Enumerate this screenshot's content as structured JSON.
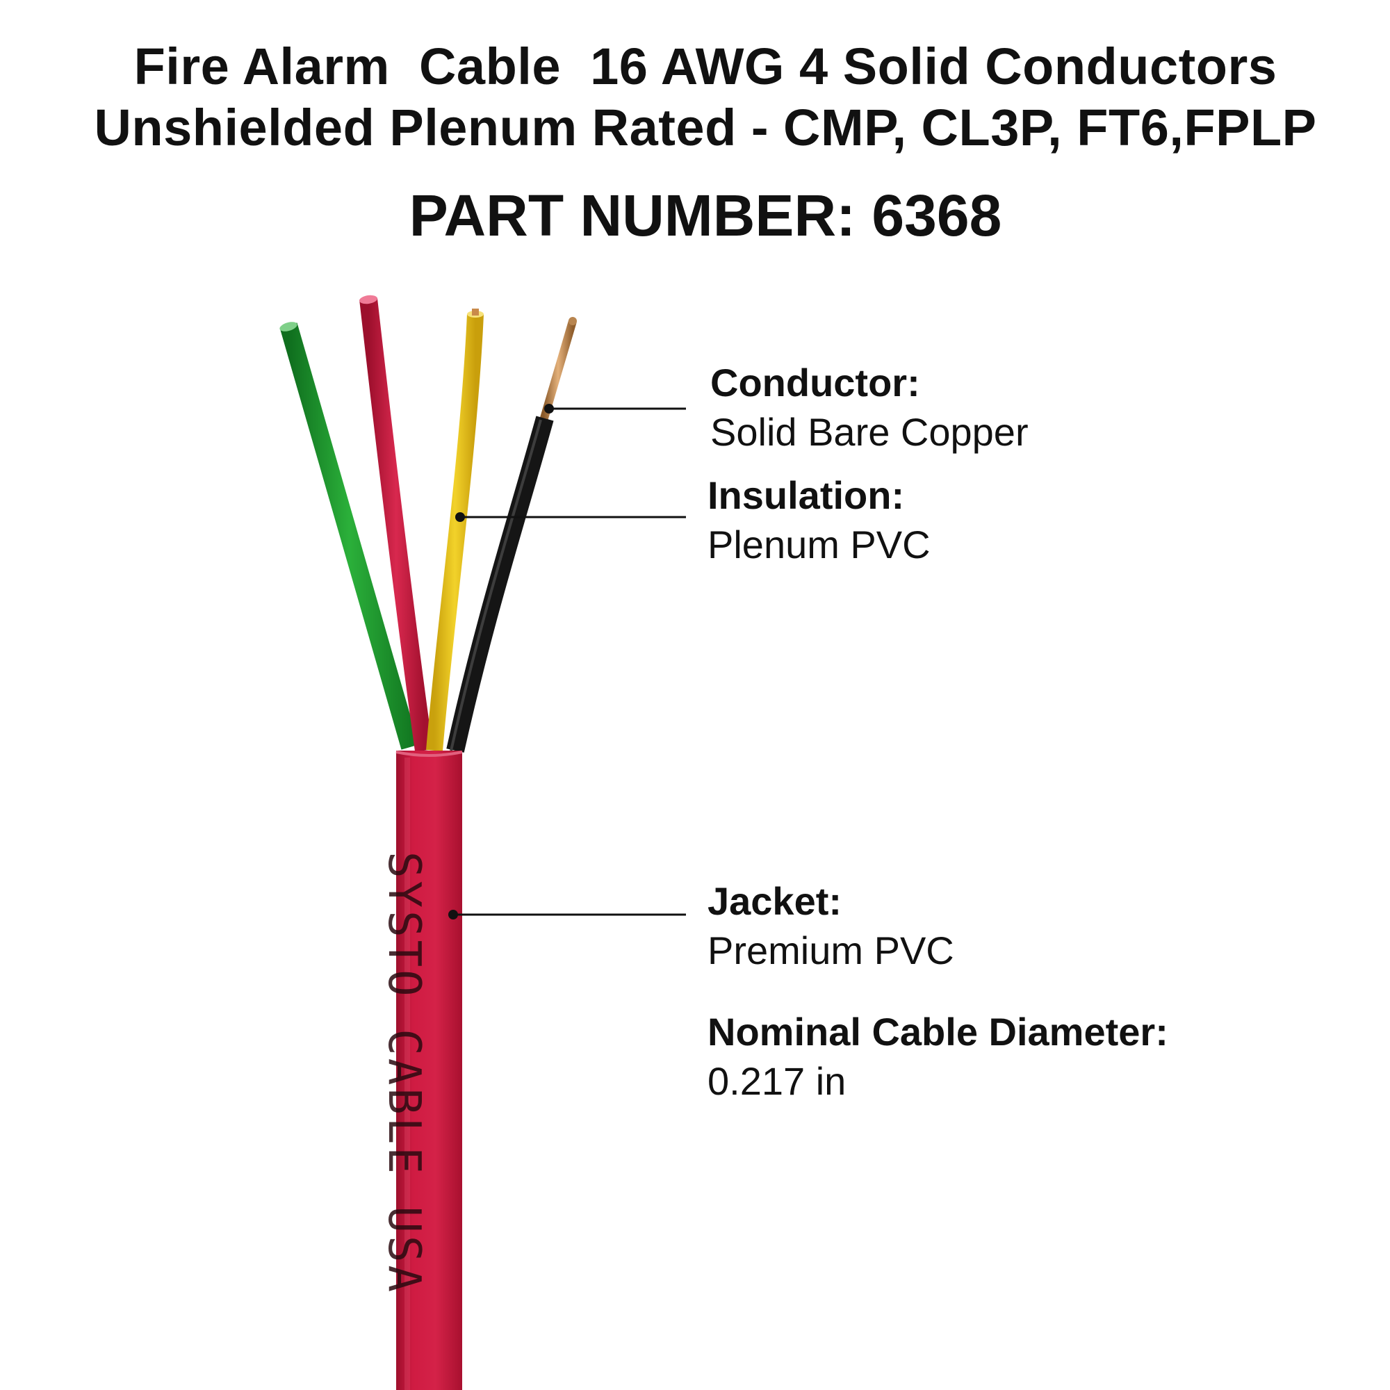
{
  "title": {
    "line1": "Fire Alarm  Cable  16 AWG 4 Solid Conductors",
    "line2": "Unshielded Plenum Rated - CMP, CL3P, FT6,FPLP"
  },
  "part_number": "PART NUMBER: 6368",
  "jacket_print": "SYSTO CABLE USA",
  "specs": {
    "conductor": {
      "label": "Conductor:",
      "value": "Solid Bare Copper"
    },
    "insulation": {
      "label": "Insulation:",
      "value": "Plenum PVC"
    },
    "jacket": {
      "label": "Jacket:",
      "value": "Premium PVC"
    },
    "diameter": {
      "label": "Nominal Cable Diameter:",
      "value": "0.217 in"
    }
  },
  "colors": {
    "jacket": "#c8163a",
    "wire_green": "#1f9a2e",
    "wire_red": "#c81a3f",
    "wire_yellow": "#e6c219",
    "wire_black": "#141414",
    "copper": "#c98a4a"
  }
}
